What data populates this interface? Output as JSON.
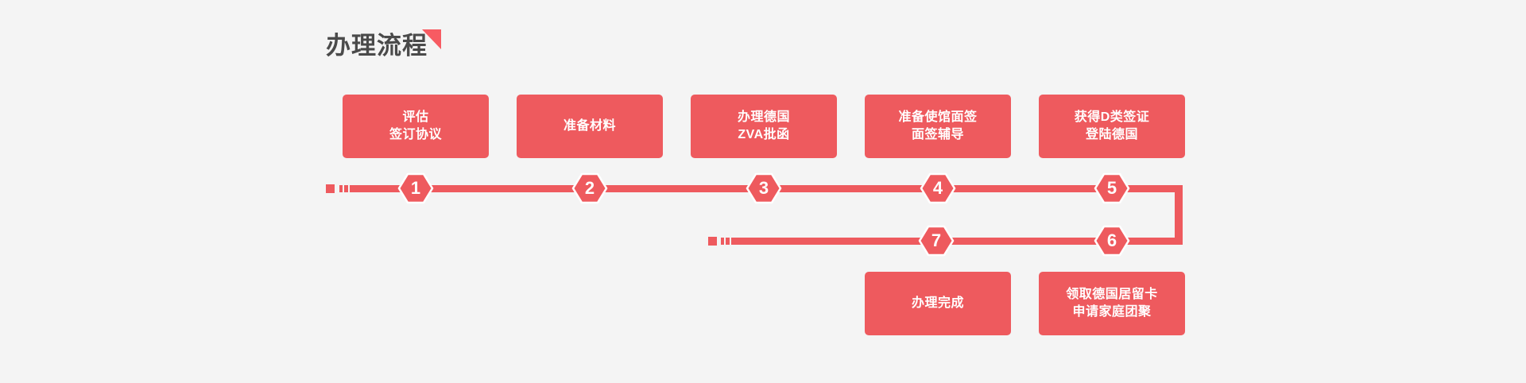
{
  "colors": {
    "background": "#f4f4f4",
    "accent_red": "#ee5a5e",
    "triangle_red": "#f75b62",
    "title_gray": "#4a4a4a",
    "text_white": "#ffffff"
  },
  "header": {
    "title": "办理流程"
  },
  "steps": [
    {
      "num": "1",
      "lines": [
        "评估",
        "签订协议"
      ]
    },
    {
      "num": "2",
      "lines": [
        "准备材料"
      ]
    },
    {
      "num": "3",
      "lines": [
        "办理德国",
        "ZVA批函"
      ]
    },
    {
      "num": "4",
      "lines": [
        "准备使馆面签",
        "面签辅导"
      ]
    },
    {
      "num": "5",
      "lines": [
        "获得D类签证",
        "登陆德国"
      ]
    },
    {
      "num": "6",
      "lines": [
        "领取德国居留卡",
        "申请家庭团聚"
      ]
    },
    {
      "num": "7",
      "lines": [
        "办理完成"
      ]
    }
  ]
}
